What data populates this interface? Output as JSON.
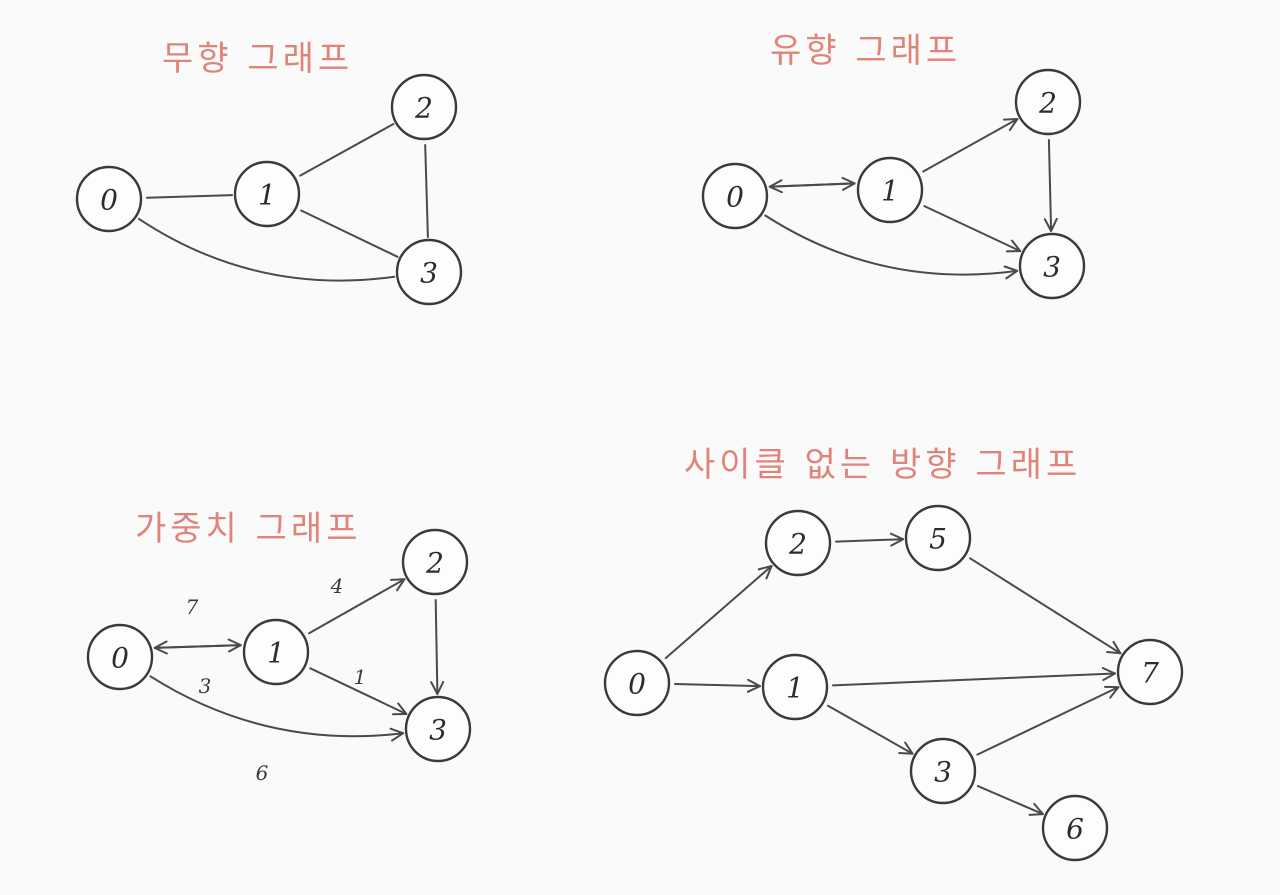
{
  "graphs": [
    {
      "id": "undirected",
      "title": "무향 그래프",
      "directed": false,
      "nodes": [
        {
          "id": "0",
          "label": "0"
        },
        {
          "id": "1",
          "label": "1"
        },
        {
          "id": "2",
          "label": "2"
        },
        {
          "id": "3",
          "label": "3"
        }
      ],
      "edges": [
        {
          "from": "0",
          "to": "1"
        },
        {
          "from": "1",
          "to": "2"
        },
        {
          "from": "1",
          "to": "3"
        },
        {
          "from": "2",
          "to": "3"
        },
        {
          "from": "0",
          "to": "3"
        }
      ]
    },
    {
      "id": "directed",
      "title": "유향 그래프",
      "directed": true,
      "nodes": [
        {
          "id": "0",
          "label": "0"
        },
        {
          "id": "1",
          "label": "1"
        },
        {
          "id": "2",
          "label": "2"
        },
        {
          "id": "3",
          "label": "3"
        }
      ],
      "edges": [
        {
          "from": "0",
          "to": "1"
        },
        {
          "from": "1",
          "to": "0"
        },
        {
          "from": "1",
          "to": "2"
        },
        {
          "from": "1",
          "to": "3"
        },
        {
          "from": "2",
          "to": "3"
        },
        {
          "from": "0",
          "to": "3"
        }
      ]
    },
    {
      "id": "weighted",
      "title": "가중치 그래프",
      "directed": true,
      "nodes": [
        {
          "id": "0",
          "label": "0"
        },
        {
          "id": "1",
          "label": "1"
        },
        {
          "id": "2",
          "label": "2"
        },
        {
          "id": "3",
          "label": "3"
        }
      ],
      "edges": [
        {
          "from": "0",
          "to": "1",
          "weight": "7"
        },
        {
          "from": "1",
          "to": "0",
          "weight": "3"
        },
        {
          "from": "1",
          "to": "2",
          "weight": "4"
        },
        {
          "from": "1",
          "to": "3",
          "weight": "1"
        },
        {
          "from": "2",
          "to": "3"
        },
        {
          "from": "0",
          "to": "3",
          "weight": "6"
        }
      ]
    },
    {
      "id": "dag",
      "title": "사이클 없는 방향 그래프",
      "directed": true,
      "nodes": [
        {
          "id": "0",
          "label": "0"
        },
        {
          "id": "1",
          "label": "1"
        },
        {
          "id": "2",
          "label": "2"
        },
        {
          "id": "3",
          "label": "3"
        },
        {
          "id": "5",
          "label": "5"
        },
        {
          "id": "6",
          "label": "6"
        },
        {
          "id": "7",
          "label": "7"
        }
      ],
      "edges": [
        {
          "from": "0",
          "to": "2"
        },
        {
          "from": "0",
          "to": "1"
        },
        {
          "from": "2",
          "to": "5"
        },
        {
          "from": "5",
          "to": "7"
        },
        {
          "from": "1",
          "to": "7"
        },
        {
          "from": "1",
          "to": "3"
        },
        {
          "from": "3",
          "to": "7"
        },
        {
          "from": "3",
          "to": "6"
        }
      ]
    }
  ]
}
